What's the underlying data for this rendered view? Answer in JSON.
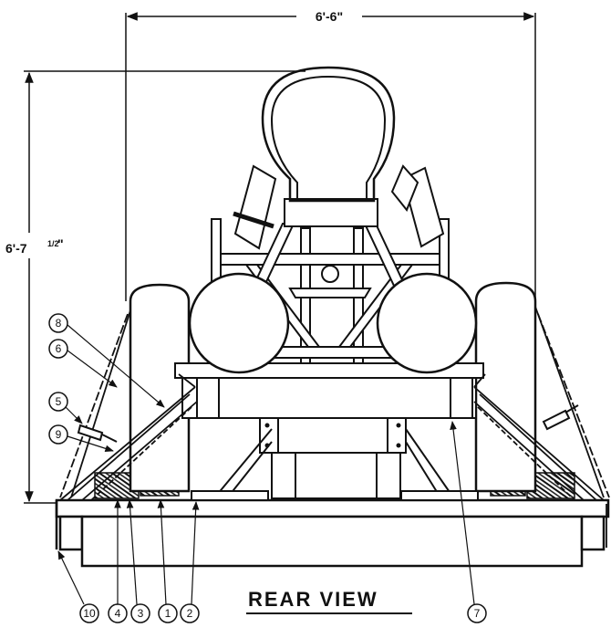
{
  "dimensions": {
    "width": "6'-6\"",
    "height_main": "6'-7",
    "height_fraction": "1/2",
    "height_inch": "\""
  },
  "title": "REAR VIEW",
  "callouts": [
    {
      "id": "callout-8",
      "label": "8"
    },
    {
      "id": "callout-6",
      "label": "6"
    },
    {
      "id": "callout-5",
      "label": "5"
    },
    {
      "id": "callout-9",
      "label": "9"
    },
    {
      "id": "callout-10",
      "label": "10"
    },
    {
      "id": "callout-4",
      "label": "4"
    },
    {
      "id": "callout-3",
      "label": "3"
    },
    {
      "id": "callout-1",
      "label": "1"
    },
    {
      "id": "callout-2",
      "label": "2"
    },
    {
      "id": "callout-7",
      "label": "7"
    }
  ],
  "colors": {
    "ink": "#111111",
    "paper": "#ffffff"
  }
}
